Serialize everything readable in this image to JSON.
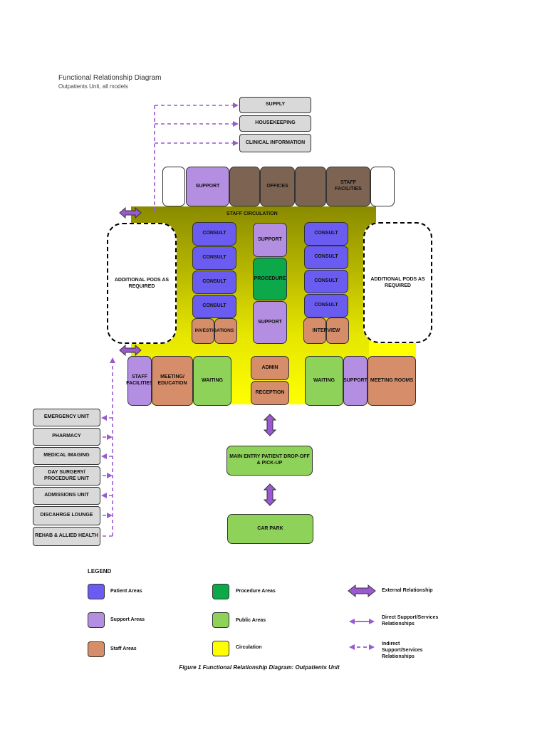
{
  "header": {
    "title": "Functional Relationship Diagram",
    "subtitle": "Outpatients Unit, all models"
  },
  "top_services": [
    "SUPPLY",
    "HOUSEKEEPING",
    "CLINICAL INFORMATION"
  ],
  "top_row": {
    "support": "SUPPORT",
    "offices": "OFFICES",
    "staff_facilities": "STAFF FACILITIES"
  },
  "staff_circulation": "STAFF CIRCULATION",
  "pods": {
    "left": "ADDITIONAL PODS AS REQUIRED",
    "right": "ADDITIONAL PODS AS REQUIRED"
  },
  "left_column": {
    "consult": [
      "CONSULT",
      "CONSULT",
      "CONSULT",
      "CONSULT"
    ],
    "investigations": "INVESTIGATIONS"
  },
  "middle_column": {
    "support_top": "SUPPORT",
    "procedure": "PROCEDURE",
    "support_bottom": "SUPPORT"
  },
  "right_column": {
    "consult": [
      "CONSULT",
      "CONSULT",
      "CONSULT",
      "CONSULT"
    ],
    "interview": "INTERVIEW"
  },
  "bottom_row": {
    "staff_facilities": "STAFF FACILITIES",
    "meeting_education": "MEETING/ EDUCATION",
    "waiting_left": "WAITING",
    "admin": "ADMIN",
    "reception": "RECEPTION",
    "waiting_right": "WAITING",
    "support": "SUPPORT",
    "meeting_rooms": "MEETING ROOMS"
  },
  "main_entry": "MAIN ENTRY PATIENT DROP-OFF & PICK-UP",
  "car_park": "CAR PARK",
  "external_units": [
    "EMERGENCY UNIT",
    "PHARMACY",
    "MEDICAL IMAGING",
    "DAY SURGERY/ PROCEDURE UNIT",
    "ADMISSIONS UNIT",
    "DISCAHRGE LOUNGE",
    "REHAB & ALLIED HEALTH"
  ],
  "legend": {
    "title": "LEGEND",
    "patient": "Patient Areas",
    "support": "Support Areas",
    "staff": "Staff Areas",
    "procedure": "Procedure Areas",
    "public": "Public Areas",
    "circulation": "Circulation",
    "external": "External Relationship",
    "direct": "Direct Support/Services Relationships",
    "indirect": "Indirect Support/Services Relationships"
  },
  "caption": "Figure 1 Functional Relationship Diagram: Outpatients Unit",
  "colors": {
    "patient": "#6a5cf0",
    "support": "#b48ee0",
    "staff": "#d68d6a",
    "procedure": "#0ca84a",
    "public": "#8ed25a",
    "circulation": "#ffff00",
    "staff_circulation": "#8a8a00",
    "arrow": "#9a59d0"
  }
}
